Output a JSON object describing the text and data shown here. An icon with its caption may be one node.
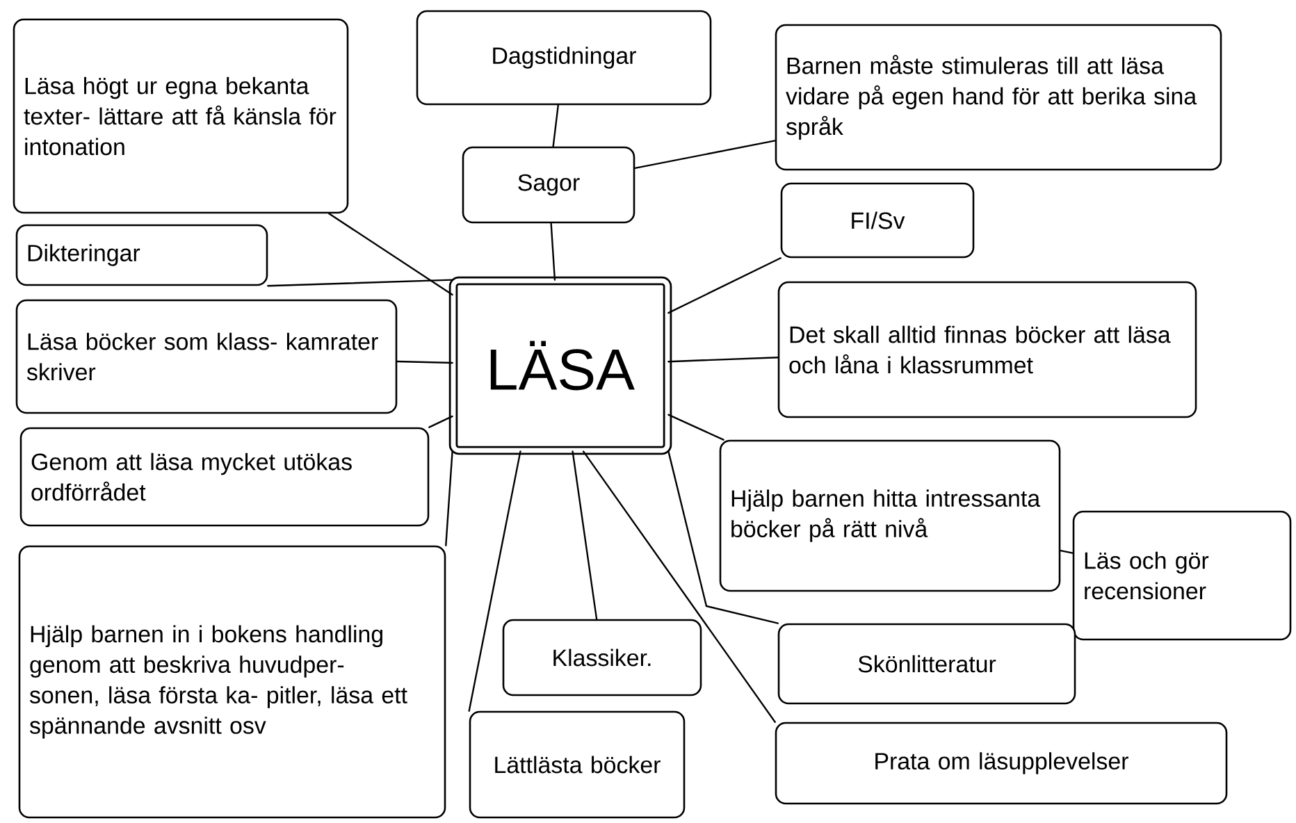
{
  "diagram": {
    "nodes": [
      {
        "text": [
          "Läsa högt ur egna bekanta texter- lättare att få känsla för intonation"
        ]
      },
      {
        "text": [
          "Dagstidningar"
        ]
      },
      {
        "text": [
          "Barnen måste stimuleras till att läsa vidare på egen hand för att berika sina språk"
        ]
      },
      {
        "text": [
          "Sagor"
        ]
      },
      {
        "text": [
          "FI/Sv"
        ]
      },
      {
        "text": [
          "Dikteringar"
        ]
      },
      {
        "text": [
          "LÄSA"
        ]
      },
      {
        "text": [
          "Det skall alltid finnas böcker att läsa och låna i klassrummet"
        ]
      },
      {
        "text": [
          "Läsa böcker som klass- kamrater skriver"
        ]
      },
      {
        "text": [
          "Genom att läsa mycket utökas ordförrådet"
        ]
      },
      {
        "text": [
          "Hjälp barnen hitta intressanta böcker på rätt nivå"
        ]
      },
      {
        "text": [
          "Läs och gör recensioner"
        ]
      },
      {
        "text": [
          "Hjälp barnen in i bokens handling genom att beskriva huvudper- sonen, läsa första ka- pitler, läsa ett spännande avsnitt osv"
        ]
      },
      {
        "text": [
          "Klassiker."
        ]
      },
      {
        "text": [
          "Skönlitteratur"
        ]
      },
      {
        "text": [
          "Lättlästa böcker"
        ]
      },
      {
        "text": [
          "Prata om läsupplevelser"
        ]
      }
    ],
    "edges": [
      {
        "from": 1,
        "to": 3,
        "arrow": "none"
      },
      {
        "from": 3,
        "to": 6,
        "arrow": "none"
      },
      {
        "from": 2,
        "to": 3,
        "arrow": "none"
      },
      {
        "from": 0,
        "to": 6,
        "arrow": "none"
      },
      {
        "from": 4,
        "to": 6,
        "arrow": "none"
      },
      {
        "from": 5,
        "to": 6,
        "arrow": "none"
      },
      {
        "from": 7,
        "to": 6,
        "arrow": "none"
      },
      {
        "from": 8,
        "to": 6,
        "arrow": "none"
      },
      {
        "from": 9,
        "to": 6,
        "arrow": "none"
      },
      {
        "from": 12,
        "to": 6,
        "arrow": "none"
      },
      {
        "from": 13,
        "to": 6,
        "arrow": "none"
      },
      {
        "from": 15,
        "to": 6,
        "arrow": "none"
      },
      {
        "from": 10,
        "to": 6,
        "arrow": "none"
      },
      {
        "from": 11,
        "to": 10,
        "arrow": "none"
      },
      {
        "from": 14,
        "to": 6,
        "arrow": "none"
      },
      {
        "from": 16,
        "to": 6,
        "arrow": "none"
      }
    ]
  }
}
